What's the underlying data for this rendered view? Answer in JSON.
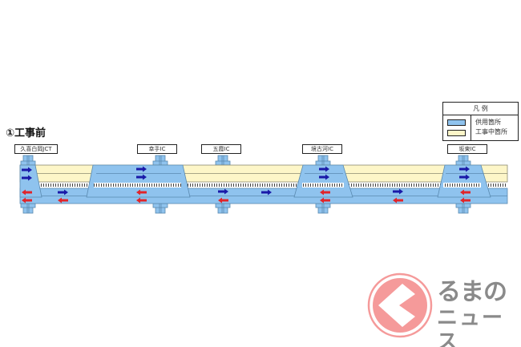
{
  "title": "①工事前",
  "interchanges": [
    "久喜白岡JCT",
    "幸手IC",
    "五霞IC",
    "境古河IC",
    "坂東IC"
  ],
  "legend": {
    "heading": "凡 例",
    "items": [
      {
        "label": "供用箇所",
        "color": "#8fc3ee"
      },
      {
        "label": "工事中箇所",
        "color": "#fdf6c8"
      }
    ]
  },
  "colors": {
    "in_service": "#8fc3ee",
    "under_construction": "#fdf6c8",
    "arrow_up": "#1a1aa8",
    "arrow_down": "#e0242a"
  },
  "logo": {
    "line1": "るまの",
    "line2": "ニュース"
  }
}
